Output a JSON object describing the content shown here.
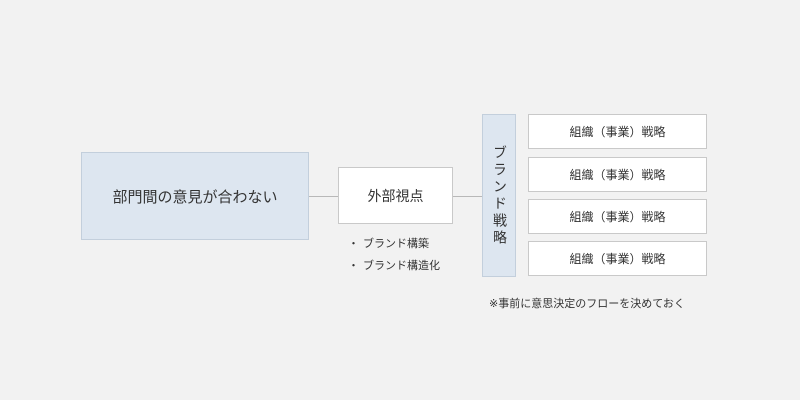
{
  "diagram": {
    "problem_label": "部門間の意見が合わない",
    "perspective_label": "外部視点",
    "perspective_items": [
      "ブランド構築",
      "ブランド構造化"
    ],
    "strategy_label": "ブランド戦略",
    "business_units": [
      "組織（事業）戦略",
      "組織（事業）戦略",
      "組織（事業）戦略",
      "組織（事業）戦略"
    ],
    "note": "※事前に意思決定のフローを決めておく"
  },
  "colors": {
    "background": "#f2f2f2",
    "highlight_box": "#dde6f0",
    "plain_box": "#ffffff",
    "connector": "#b8b8b8"
  }
}
